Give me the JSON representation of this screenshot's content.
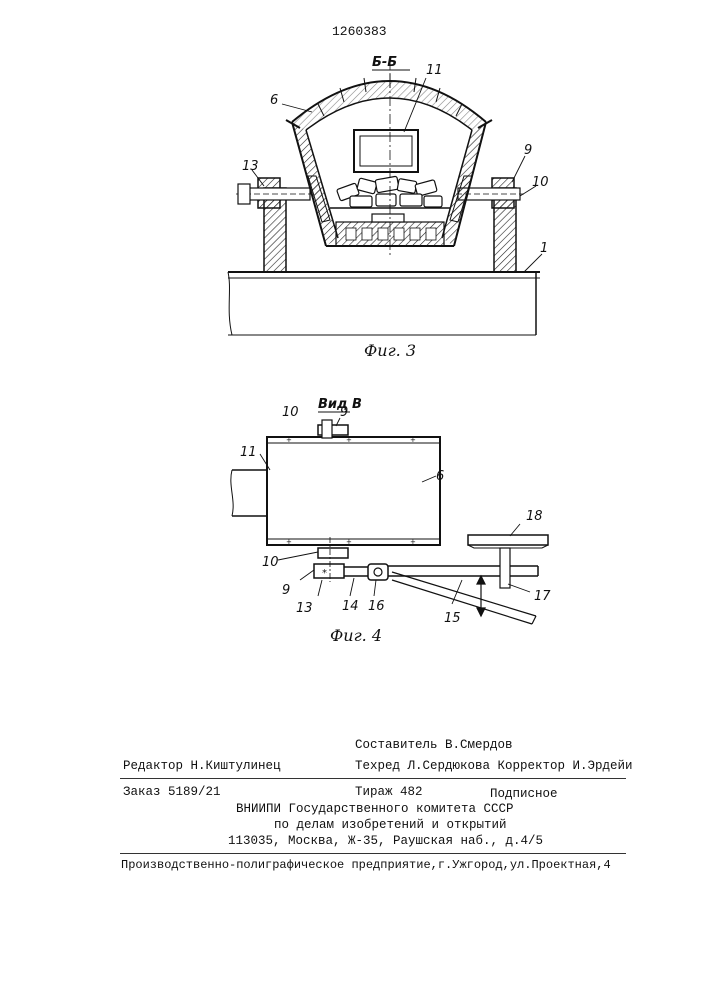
{
  "document": {
    "patent_number": "1260383"
  },
  "figure3": {
    "section_label": "Б-Б",
    "caption": "Фиг. 3",
    "callouts": {
      "c6": "6",
      "c11": "11",
      "c13": "13",
      "c9": "9",
      "c10": "10",
      "c1": "1"
    }
  },
  "figure4": {
    "view_label": "Вид В",
    "caption": "Фиг. 4",
    "callouts": {
      "c10_top": "10",
      "c9_top": "9",
      "c11": "11",
      "c6": "6",
      "c18": "18",
      "c10_bottom": "10",
      "c9_bottom": "9",
      "c13": "13",
      "c14": "14",
      "c16": "16",
      "c15": "15",
      "c17": "17"
    }
  },
  "colophon": {
    "compiler": "Составитель В.Смердов",
    "editor": "Редактор Н.Киштулинец",
    "techred_corrector": "Техред Л.Сердюкова Корректор И.Эрдейи",
    "order": "Заказ 5189/21",
    "circulation": "Тираж 482",
    "subscription": "Подписное",
    "institute": "ВНИИПИ Государственного комитета СССР",
    "affairs": "по делам изобретений и открытий",
    "address": "113035, Москва, Ж-35, Раушская наб., д.4/5",
    "printer": "Производственно-полиграфическое  предприятие,г.Ужгород,ул.Проектная,4"
  }
}
